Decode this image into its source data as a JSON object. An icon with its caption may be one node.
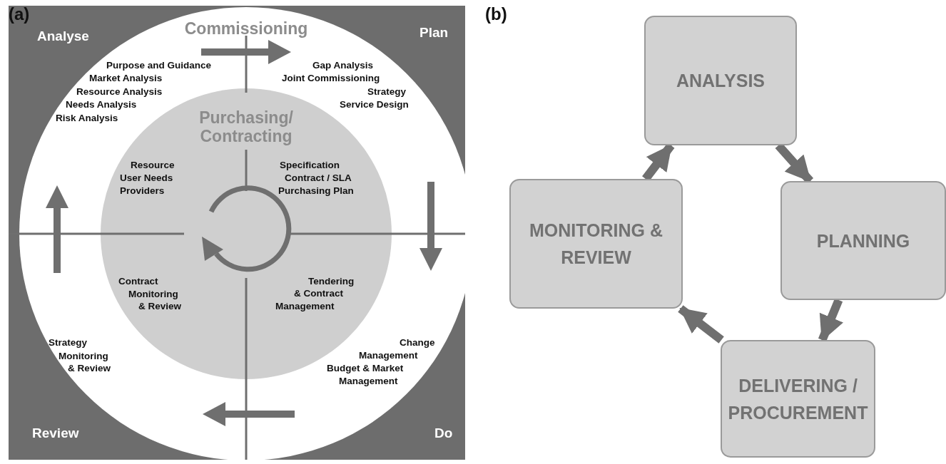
{
  "diagram": {
    "nodes": [
      {
        "text": [
          "Commissioning"
        ]
      },
      {
        "text": [
          "Purchasing/ Contracting"
        ],
        "in": 0
      },
      {
        "text": [
          "ANALYSIS"
        ]
      },
      {
        "text": [
          "PLANNING"
        ]
      },
      {
        "text": [
          "DELIVERING / PROCUREMENT"
        ]
      },
      {
        "text": [
          "MONITORING & REVIEW"
        ]
      }
    ],
    "edges": [
      {
        "from": 2,
        "to": 3,
        "arrow": "to"
      },
      {
        "from": 3,
        "to": 4,
        "arrow": "to"
      },
      {
        "from": 4,
        "to": 5,
        "arrow": "to"
      },
      {
        "from": 5,
        "to": 2,
        "arrow": "to"
      }
    ],
    "labels": [
      "(a)",
      "Analyse",
      "Plan",
      "Purpose and Guidance",
      "Market Analysis",
      "Resource Analysis",
      "Needs Analysis",
      "Risk Analysis",
      "Gap Analysis",
      "Joint Commissioning",
      "Strategy",
      "Service Design",
      "Resource",
      "User Needs",
      "Providers",
      "Specification",
      "Contract / SLA",
      "Purchasing Plan",
      "Contract",
      "Monitoring",
      "& Review",
      "Tendering",
      "& Contract",
      "Management",
      "Strategy",
      "Monitoring",
      "& Review",
      "Change",
      "Management",
      "Budget & Market",
      "Management",
      "Review",
      "Do",
      "(b)"
    ]
  }
}
